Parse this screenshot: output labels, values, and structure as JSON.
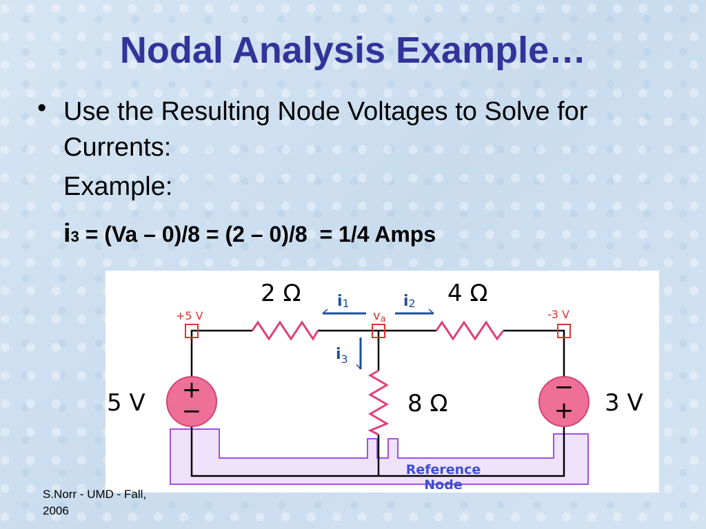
{
  "slide": {
    "title": "Nodal Analysis Example…",
    "bullet": "•",
    "bullet_text": "Use the Resulting Node Voltages to Solve for Currents:",
    "example_label": "Example:",
    "equation": {
      "i": "i",
      "sub": "3",
      "rest": " = (Va – 0)/8 = (2 – 0)/8  = 1/4 Amps"
    },
    "footer_line1": "S.Norr - UMD - Fall,",
    "footer_line2": "2006"
  },
  "circuit": {
    "r_left_label": "2 Ω",
    "r_right_label": "4 Ω",
    "r_middle_label": "8 Ω",
    "v_left_node_label": "+5 V",
    "v_right_node_label": "-3 V",
    "va_label": "v",
    "va_sub": "a",
    "i1_main": "i",
    "i1_sub": "1",
    "i2_main": "i",
    "i2_sub": "2",
    "i3_main": "i",
    "i3_sub": "3",
    "source_left_label": "5 V",
    "source_right_label": "3 V",
    "source_left_top_sign": "+",
    "source_left_bottom_sign": "−",
    "source_right_top_sign": "−",
    "source_right_bottom_sign": "+",
    "reference_line1": "Reference",
    "reference_line2": "Node",
    "colors": {
      "wire": "#000000",
      "resistor": "#e0407a",
      "source_fill": "#ee6f97",
      "node_marker": "#e03030",
      "arrow": "#1c4f9c",
      "reference_fill": "#efe2fb",
      "reference_stroke": "#a04fe0",
      "reference_text": "#3c4fd0"
    }
  }
}
